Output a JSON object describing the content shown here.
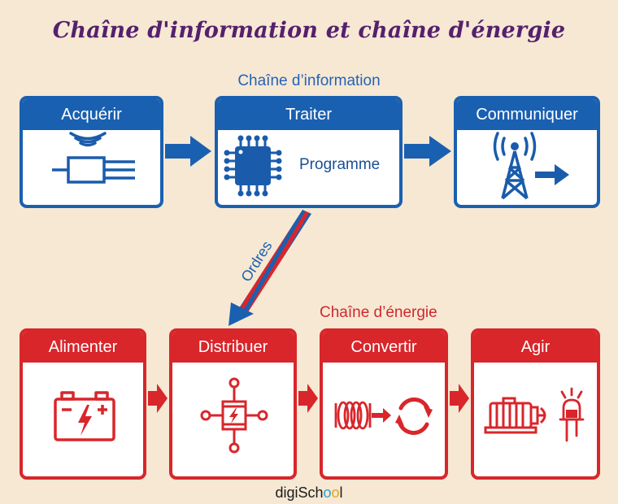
{
  "title": "Chaîne d'information et chaîne d'énergie",
  "info_chain": {
    "label": "Chaîne d’information",
    "color": "#1a60b1",
    "blocks": [
      {
        "label": "Acquérir",
        "icon": "sensor-icon"
      },
      {
        "label": "Traiter",
        "icon": "microchip-icon",
        "caption": "Programme"
      },
      {
        "label": "Communiquer",
        "icon": "antenna-tower-icon"
      }
    ]
  },
  "orders_label": "Ordres",
  "energy_chain": {
    "label": "Chaîne d’énergie",
    "color": "#d8262b",
    "blocks": [
      {
        "label": "Alimenter",
        "icon": "battery-icon"
      },
      {
        "label": "Distribuer",
        "icon": "distributor-icon"
      },
      {
        "label": "Convertir",
        "icon": "coil-rotation-icon"
      },
      {
        "label": "Agir",
        "icon": "motor-led-icon"
      }
    ]
  },
  "logo": {
    "prefix": "digiSch",
    "o1": "o",
    "o2": "o",
    "suffix": "l"
  }
}
